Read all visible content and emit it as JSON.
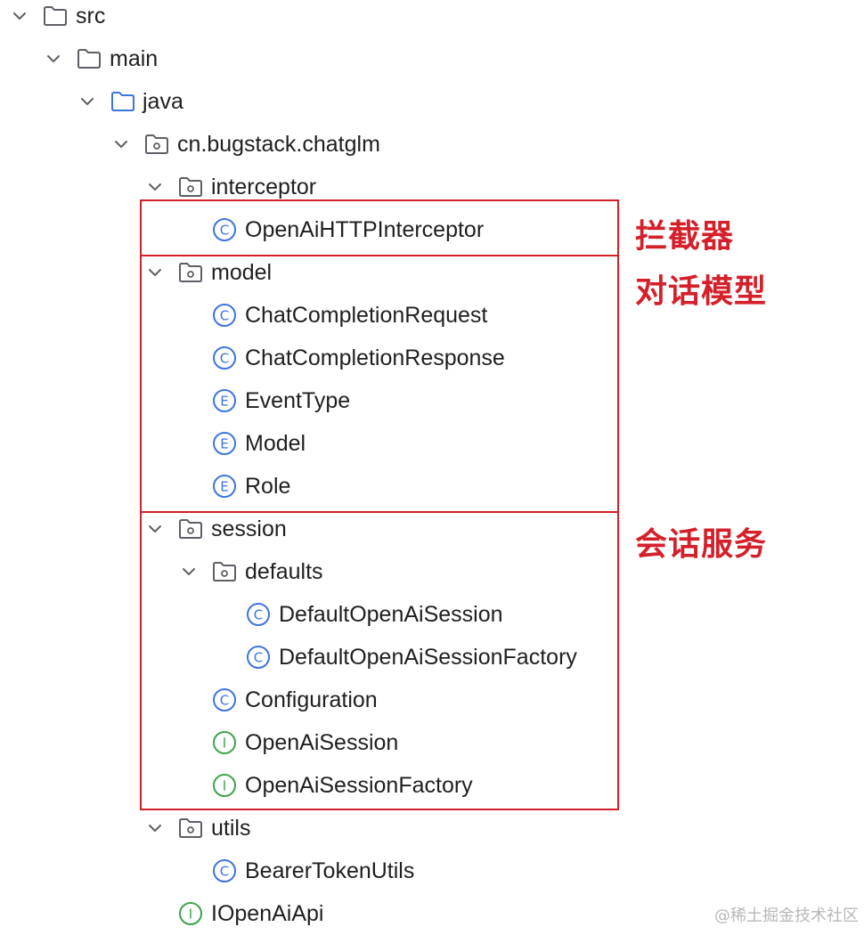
{
  "tree": [
    {
      "label": "src",
      "icon": "folder-icon",
      "chevron": "chevron-down-icon"
    },
    {
      "label": "main",
      "icon": "folder-icon",
      "chevron": "chevron-down-icon"
    },
    {
      "label": "java",
      "icon": "source-folder-icon",
      "chevron": "chevron-down-icon"
    },
    {
      "label": "cn.bugstack.chatglm",
      "icon": "package-icon",
      "chevron": "chevron-down-icon"
    },
    {
      "label": "interceptor",
      "icon": "package-icon",
      "chevron": "chevron-down-icon"
    },
    {
      "label": "OpenAiHTTPInterceptor",
      "icon": "class-icon",
      "chevron": null
    },
    {
      "label": "model",
      "icon": "package-icon",
      "chevron": "chevron-down-icon"
    },
    {
      "label": "ChatCompletionRequest",
      "icon": "class-icon",
      "chevron": null
    },
    {
      "label": "ChatCompletionResponse",
      "icon": "class-icon",
      "chevron": null
    },
    {
      "label": "EventType",
      "icon": "enum-icon",
      "chevron": null
    },
    {
      "label": "Model",
      "icon": "enum-icon",
      "chevron": null
    },
    {
      "label": "Role",
      "icon": "enum-icon",
      "chevron": null
    },
    {
      "label": "session",
      "icon": "package-icon",
      "chevron": "chevron-down-icon"
    },
    {
      "label": "defaults",
      "icon": "package-icon",
      "chevron": "chevron-down-icon"
    },
    {
      "label": "DefaultOpenAiSession",
      "icon": "class-icon",
      "chevron": null
    },
    {
      "label": "DefaultOpenAiSessionFactory",
      "icon": "class-icon",
      "chevron": null
    },
    {
      "label": "Configuration",
      "icon": "class-icon",
      "chevron": null
    },
    {
      "label": "OpenAiSession",
      "icon": "interface-icon",
      "chevron": null
    },
    {
      "label": "OpenAiSessionFactory",
      "icon": "interface-icon",
      "chevron": null
    },
    {
      "label": "utils",
      "icon": "package-icon",
      "chevron": "chevron-down-icon"
    },
    {
      "label": "BearerTokenUtils",
      "icon": "class-icon",
      "chevron": null
    },
    {
      "label": "IOpenAiApi",
      "icon": "interface-icon",
      "chevron": null
    }
  ],
  "annotations": {
    "interceptor_note": "拦截器",
    "model_note": "对话模型",
    "session_note": "会话服务"
  },
  "icon_glyphs": {
    "class": "C",
    "enum": "E",
    "interface": "I"
  },
  "colors": {
    "highlight": "#d4202a",
    "class_icon": "#3d74e0",
    "interface_icon": "#3fa34d",
    "folder_icon": "#5e6068",
    "source_folder_icon": "#3d74e0"
  },
  "watermark": "@稀土掘金技术社区"
}
